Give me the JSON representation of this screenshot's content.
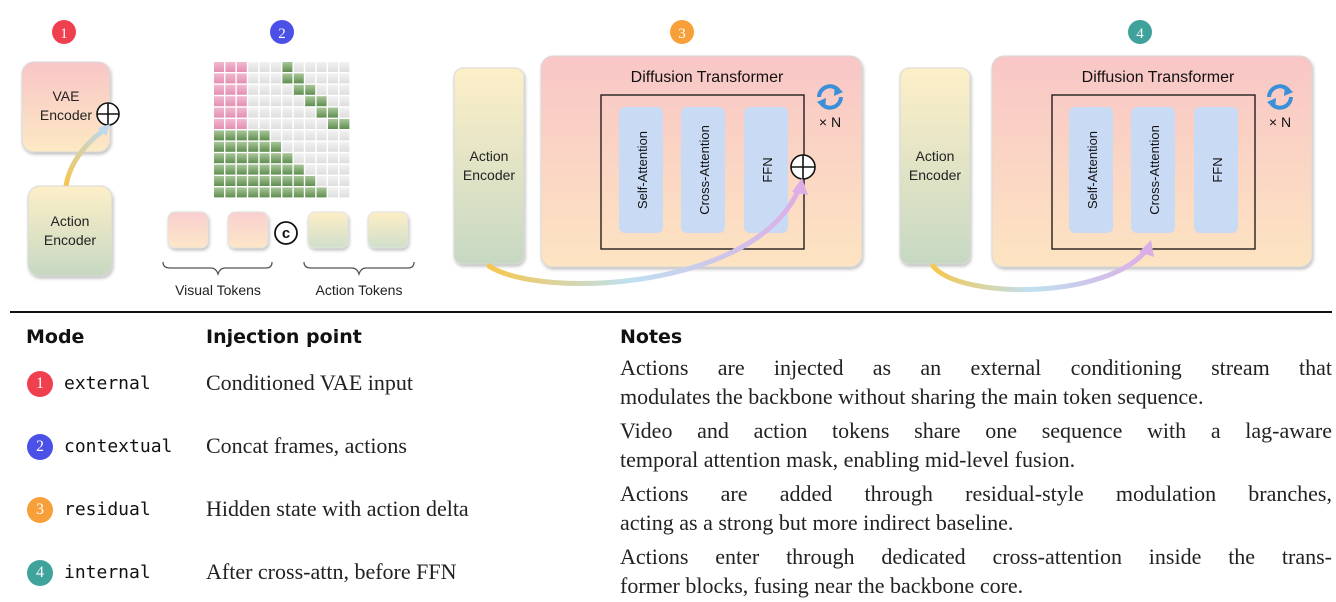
{
  "diagram": {
    "badges": [
      {
        "num": "1",
        "color": "#ef4050"
      },
      {
        "num": "2",
        "color": "#4b50e6"
      },
      {
        "num": "3",
        "color": "#f7a03a"
      },
      {
        "num": "4",
        "color": "#3fa39c"
      }
    ],
    "p1": {
      "vae_label": [
        "VAE",
        "Encoder"
      ],
      "action_label": [
        "Action",
        "Encoder"
      ]
    },
    "p2": {
      "visual_tokens": "Visual Tokens",
      "action_tokens": "Action Tokens",
      "concat_symbol": "c"
    },
    "p3": {
      "action_label": [
        "Action",
        "Encoder"
      ],
      "title": "Diffusion Transformer",
      "blocks": [
        "Self-Attention",
        "Cross-Attention",
        "FFN"
      ],
      "repeat": "× N"
    },
    "p4": {
      "action_label": [
        "Action",
        "Encoder"
      ],
      "title": "Diffusion Transformer",
      "blocks": [
        "Self-Attention",
        "Cross-Attention",
        "FFN"
      ],
      "repeat": "× N"
    }
  },
  "table": {
    "headers": {
      "mode": "Mode",
      "injection": "Injection point",
      "notes": "Notes"
    },
    "rows": [
      {
        "num": "1",
        "mode": "external",
        "injection": "Conditioned VAE input",
        "note": [
          "Actions are injected as an external conditioning stream that",
          "modulates the backbone without sharing the main token sequence."
        ]
      },
      {
        "num": "2",
        "mode": "contextual",
        "injection": "Concat frames, actions",
        "note": [
          "Video and action tokens share one sequence with a lag-aware",
          "temporal attention mask, enabling mid-level fusion."
        ]
      },
      {
        "num": "3",
        "mode": "residual",
        "injection": "Hidden state with action delta",
        "note": [
          "Actions are added through residual-style modulation branches,",
          "acting as a strong but more indirect baseline."
        ]
      },
      {
        "num": "4",
        "mode": "internal",
        "injection": "After cross-attn, before FFN",
        "note": [
          "Actions enter through dedicated cross-attention inside the trans-",
          "former blocks, fusing near the backbone core."
        ]
      }
    ]
  }
}
